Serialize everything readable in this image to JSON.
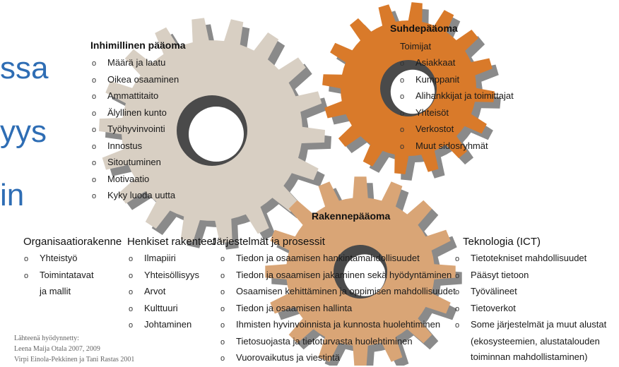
{
  "left_fragments": [
    "ssa",
    "yys",
    "in"
  ],
  "gears": {
    "human": {
      "title": "Inhimillinen pääoma",
      "color": "#d8cfc3",
      "items": [
        "Määrä ja laatu",
        "Oikea osaaminen",
        "Ammattitaito",
        "Älyllinen kunto",
        "Työhyvinvointi",
        "Innostus",
        "Sitoutuminen",
        "Motivaatio",
        "Kyky luoda uutta"
      ]
    },
    "relational": {
      "title": "Suhdepääoma",
      "subtitle": "Toimijat",
      "color": "#d97a2a",
      "items": [
        "Asiakkaat",
        "Kumppanit",
        "Alihankkijat ja toimittajat",
        "Yhteisöt",
        "Verkostot",
        "Muut sidosryhmät"
      ]
    },
    "structural": {
      "title": "Rakennepääoma",
      "color": "#d9a576"
    }
  },
  "sections": {
    "organisaatio": {
      "title": "Organisaatiorakenne",
      "items": [
        "Yhteistyö",
        "Toimintatavat"
      ],
      "continuation": "ja mallit"
    },
    "henkiset": {
      "title": "Henkiset rakenteet",
      "items": [
        "Ilmapiiri",
        "Yhteisöllisyys",
        "Arvot",
        "Kulttuuri",
        "Johtaminen"
      ]
    },
    "jarjestelmat": {
      "title": "Järjestelmät ja prosessit",
      "items": [
        "Tiedon ja osaamisen hankintamahdollisuudet",
        "Tiedon ja osaamisen jakaminen sekä hyödyntäminen",
        "Osaamisen kehittäminen ja oppimisen mahdollisuudet",
        "Tiedon ja osaamisen hallinta",
        "Ihmisten hyvinvoinnista ja kunnosta huolehtiminen",
        "Tietosuojasta ja tietoturvasta huolehtiminen",
        "Vuorovaikutus ja viestintä"
      ]
    },
    "teknologia": {
      "title": "Teknologia (ICT)",
      "items": [
        "Tietotekniset mahdollisuudet",
        "Pääsyt tietoon",
        "Työvälineet",
        "Tietoverkot",
        "Some järjestelmät ja muut alustat"
      ],
      "continuation": [
        "(ekosysteemien, alustatalouden",
        "toiminnan mahdollistaminen)"
      ]
    }
  },
  "bullet": "o",
  "source": [
    "Lähteenä hyödynnetty:",
    "Leena Maija Otala 2007, 2009",
    "Virpi Einola-Pekkinen ja Tani Rastas 2001"
  ]
}
